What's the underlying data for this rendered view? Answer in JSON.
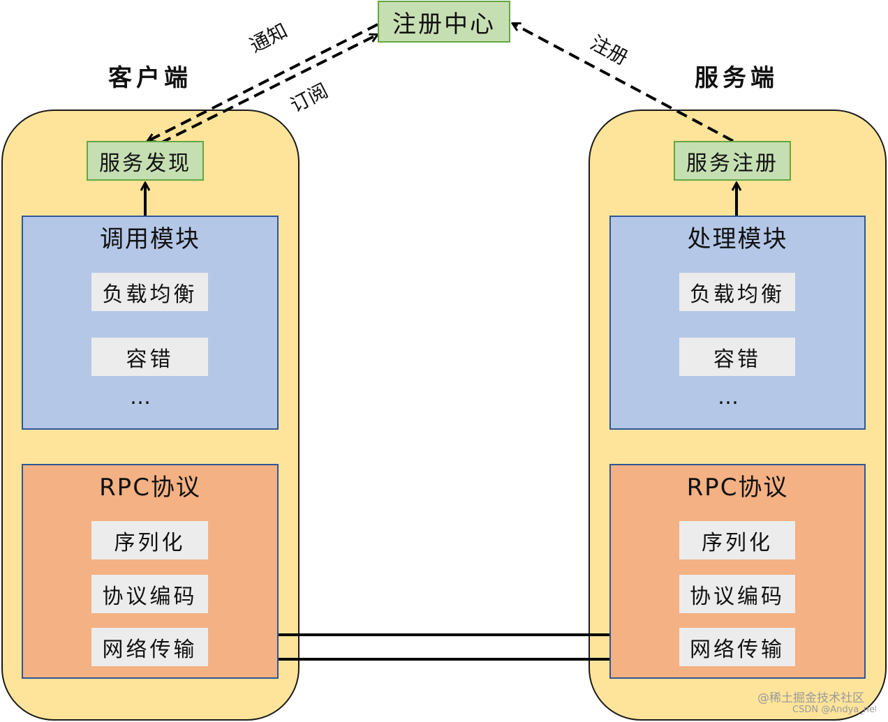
{
  "registry": {
    "label": "注册中心"
  },
  "client": {
    "title": "客户端",
    "discovery": "服务发现",
    "module_title": "调用模块",
    "module_items": [
      "负载均衡",
      "容错"
    ],
    "ellipsis": "…",
    "rpc_title": "RPC协议",
    "rpc_items": [
      "序列化",
      "协议编码",
      "网络传输"
    ]
  },
  "server": {
    "title": "服务端",
    "registration": "服务注册",
    "module_title": "处理模块",
    "module_items": [
      "负载均衡",
      "容错"
    ],
    "ellipsis": "…",
    "rpc_title": "RPC协议",
    "rpc_items": [
      "序列化",
      "协议编码",
      "网络传输"
    ]
  },
  "edges": {
    "notify": "通知",
    "subscribe": "订阅",
    "register": "注册"
  },
  "watermark": {
    "line1": "@稀土掘金技术社区",
    "line2": "CSDN @Andya_net"
  }
}
